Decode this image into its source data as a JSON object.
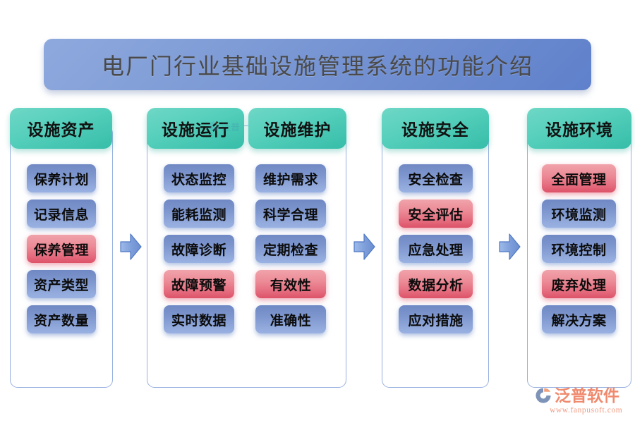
{
  "title": {
    "text": "电厂门行业基础设施管理系统的功能介绍"
  },
  "columns": [
    {
      "header": "设施资产",
      "items": [
        {
          "label": "保养计划",
          "highlight": false
        },
        {
          "label": "记录信息",
          "highlight": false
        },
        {
          "label": "保养管理",
          "highlight": true
        },
        {
          "label": "资产类型",
          "highlight": false
        },
        {
          "label": "资产数量",
          "highlight": false
        }
      ]
    },
    {
      "header": "设施运行",
      "items": [
        {
          "label": "状态监控",
          "highlight": false
        },
        {
          "label": "能耗监测",
          "highlight": false
        },
        {
          "label": "故障诊断",
          "highlight": false
        },
        {
          "label": "故障预警",
          "highlight": true
        },
        {
          "label": "实时数据",
          "highlight": false
        }
      ]
    },
    {
      "header": "设施维护",
      "items": [
        {
          "label": "维护需求",
          "highlight": false
        },
        {
          "label": "科学合理",
          "highlight": false
        },
        {
          "label": "定期检查",
          "highlight": false
        },
        {
          "label": "有效性",
          "highlight": true
        },
        {
          "label": "准确性",
          "highlight": false
        }
      ]
    },
    {
      "header": "设施安全",
      "items": [
        {
          "label": "安全检查",
          "highlight": false
        },
        {
          "label": "安全评估",
          "highlight": true
        },
        {
          "label": "应急处理",
          "highlight": false
        },
        {
          "label": "数据分析",
          "highlight": true
        },
        {
          "label": "应对措施",
          "highlight": false
        }
      ]
    },
    {
      "header": "设施环境",
      "items": [
        {
          "label": "全面管理",
          "highlight": true
        },
        {
          "label": "环境监测",
          "highlight": false
        },
        {
          "label": "环境控制",
          "highlight": false
        },
        {
          "label": "废弃处理",
          "highlight": true
        },
        {
          "label": "解决方案",
          "highlight": false
        }
      ]
    }
  ],
  "arrows": [
    {
      "name": "arrow-asset-to-operation"
    },
    {
      "name": "arrow-maintenance-to-safety"
    },
    {
      "name": "arrow-safety-to-environment"
    }
  ],
  "logo": {
    "name": "泛普软件",
    "url": "www.fanpusoft.com",
    "mark_icon": "fanpu-logo-icon",
    "text_color": "#f08a6e"
  },
  "watermark": {
    "text": "泛普",
    "mark_icon": "fanpu-watermark-icon"
  },
  "colors": {
    "title_banner": "#7e9bd6",
    "header_pill": "#4fcdb9",
    "item_blue": "#8199d2",
    "item_red": "#e4697c",
    "panel_border": "#97b0df",
    "arrow": "#6f95d8",
    "background": "#ffffff"
  }
}
